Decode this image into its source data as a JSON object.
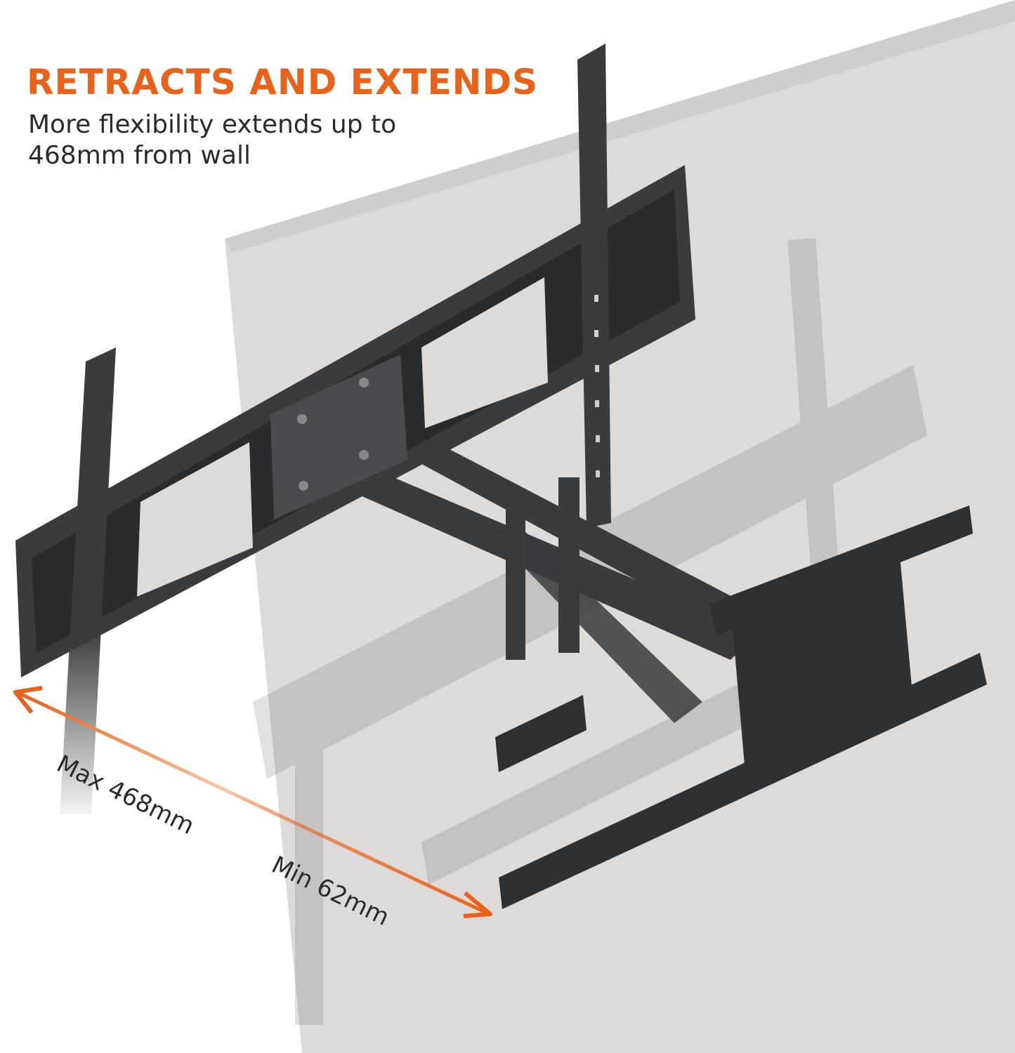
{
  "headline": "RETRACTS AND EXTENDS",
  "subtitle": "More flexibility extends up to 468mm from wall",
  "dimensions": {
    "max_label": "Max 468mm",
    "min_label": "Min 62mm"
  },
  "colors": {
    "accent": "#e8621a",
    "wall": "#d9d8d6",
    "metal": "#3a3b3d"
  }
}
